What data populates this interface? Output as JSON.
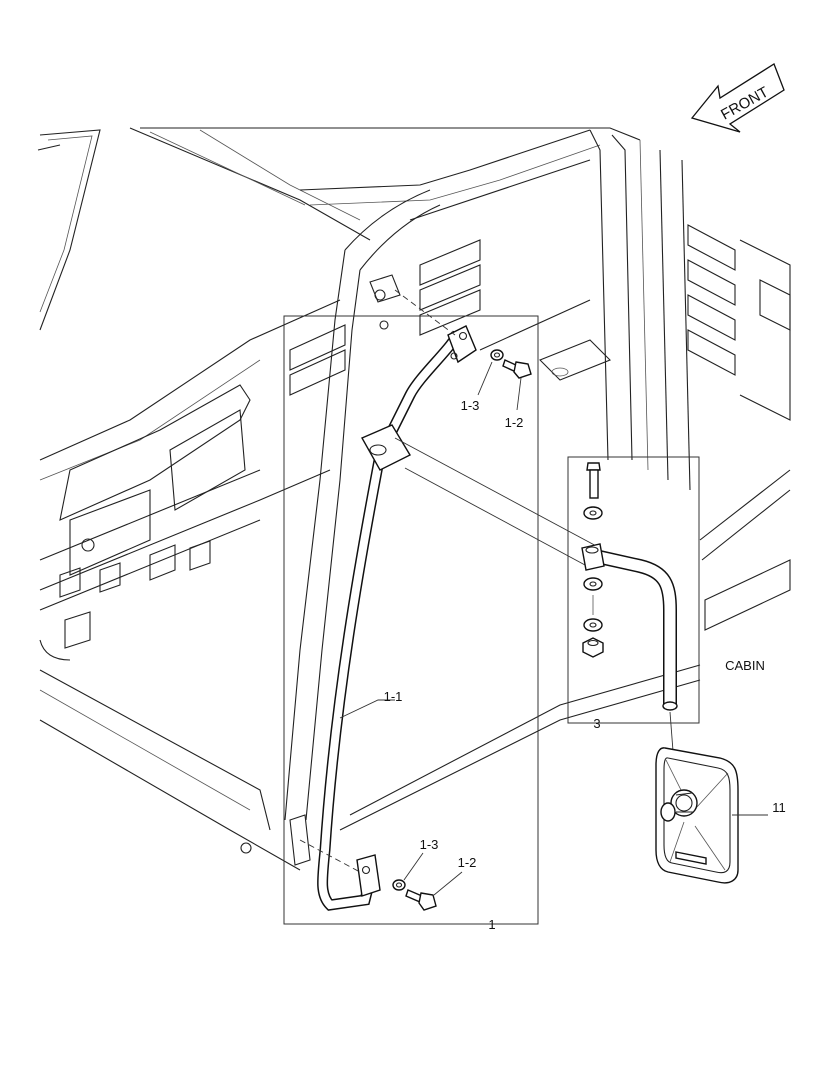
{
  "direction_label": "FRONT",
  "labels": {
    "cabin": "CABIN",
    "item_1": "1",
    "item_1_1": "1-1",
    "item_1_2_top": "1-2",
    "item_1_3_top": "1-3",
    "item_1_2_bottom": "1-2",
    "item_1_3_bottom": "1-3",
    "item_3": "3",
    "item_11": "11"
  }
}
